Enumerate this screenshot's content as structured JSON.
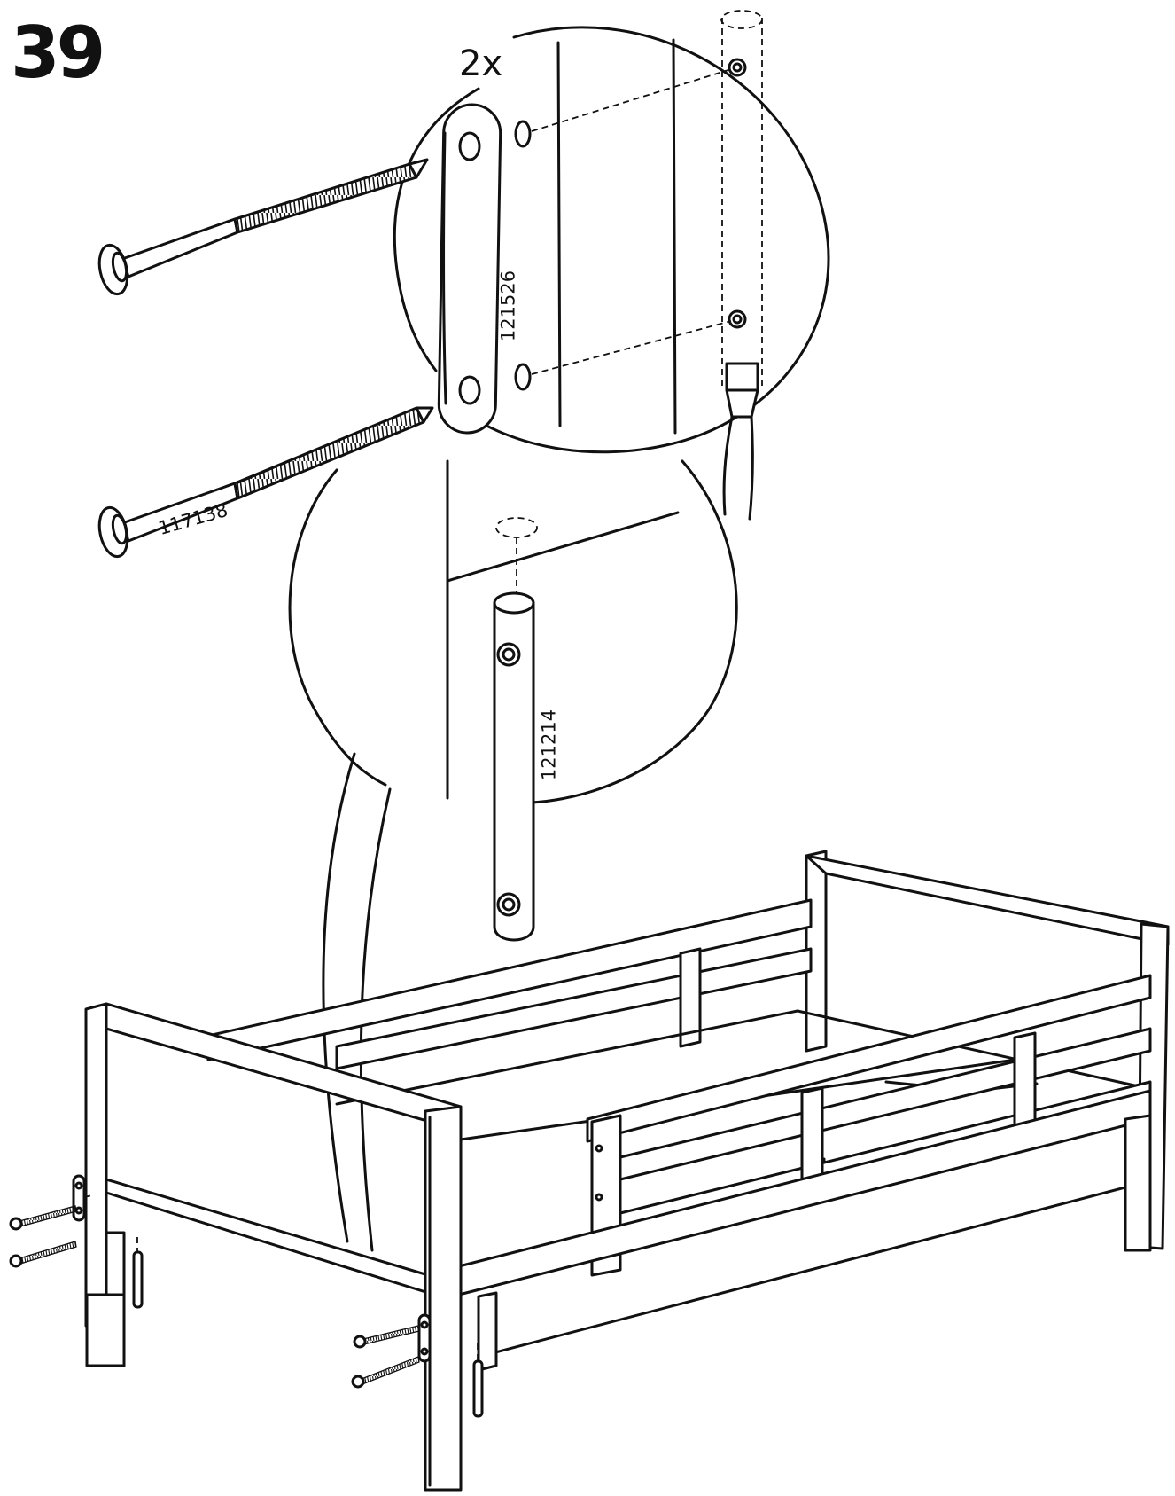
{
  "step": {
    "number": "39",
    "quantity": "2x"
  },
  "parts": {
    "connector_plate": "121526",
    "barrel_pin": "121214",
    "bolt": "117138"
  }
}
